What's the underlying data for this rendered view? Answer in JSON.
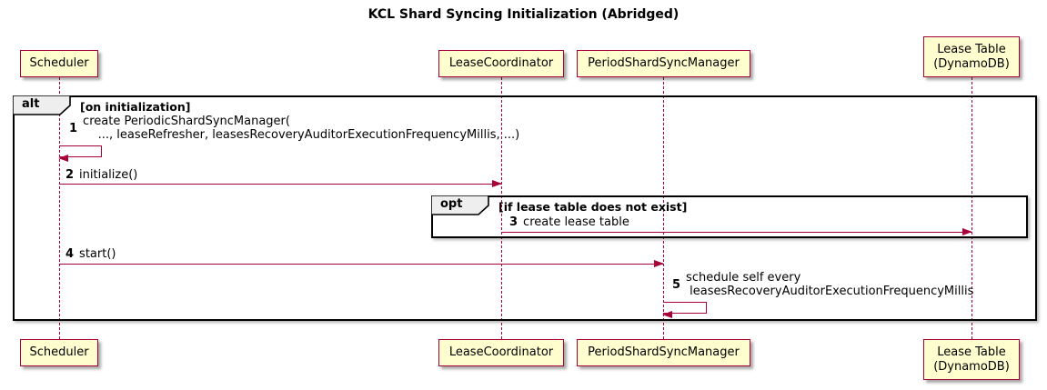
{
  "title": "KCL Shard Syncing Initialization (Abridged)",
  "colors": {
    "participant_fill": "#FEFECE",
    "participant_border": "#A80036",
    "lifeline": "#A80036",
    "arrow": "#A80036",
    "frame_border": "#000000",
    "operator_fill": "#EEEEEE",
    "text": "#000000",
    "background": "#FFFFFF"
  },
  "participants": [
    {
      "name": "Scheduler"
    },
    {
      "name": "LeaseCoordinator"
    },
    {
      "name": "PeriodShardSyncManager"
    },
    {
      "name": "Lease Table\n(DynamoDB)"
    }
  ],
  "fragments": {
    "alt": {
      "operator": "alt",
      "condition": "[on initialization]"
    },
    "opt": {
      "operator": "opt",
      "condition": "[if lease table does not exist]"
    }
  },
  "messages": [
    {
      "num": "1",
      "text": "create PeriodicShardSyncManager(\n    ..., leaseRefresher, leasesRecoveryAuditorExecutionFrequencyMillis, ...)",
      "from": "Scheduler",
      "to": "Scheduler",
      "kind": "self"
    },
    {
      "num": "2",
      "text": "initialize()",
      "from": "Scheduler",
      "to": "LeaseCoordinator",
      "kind": "solid"
    },
    {
      "num": "3",
      "text": "create lease table",
      "from": "LeaseCoordinator",
      "to": "Lease Table (DynamoDB)",
      "kind": "solid"
    },
    {
      "num": "4",
      "text": "start()",
      "from": "Scheduler",
      "to": "PeriodShardSyncManager",
      "kind": "solid"
    },
    {
      "num": "5",
      "text": "schedule self every\n leasesRecoveryAuditorExecutionFrequencyMillis",
      "from": "PeriodShardSyncManager",
      "to": "PeriodShardSyncManager",
      "kind": "self"
    }
  ]
}
